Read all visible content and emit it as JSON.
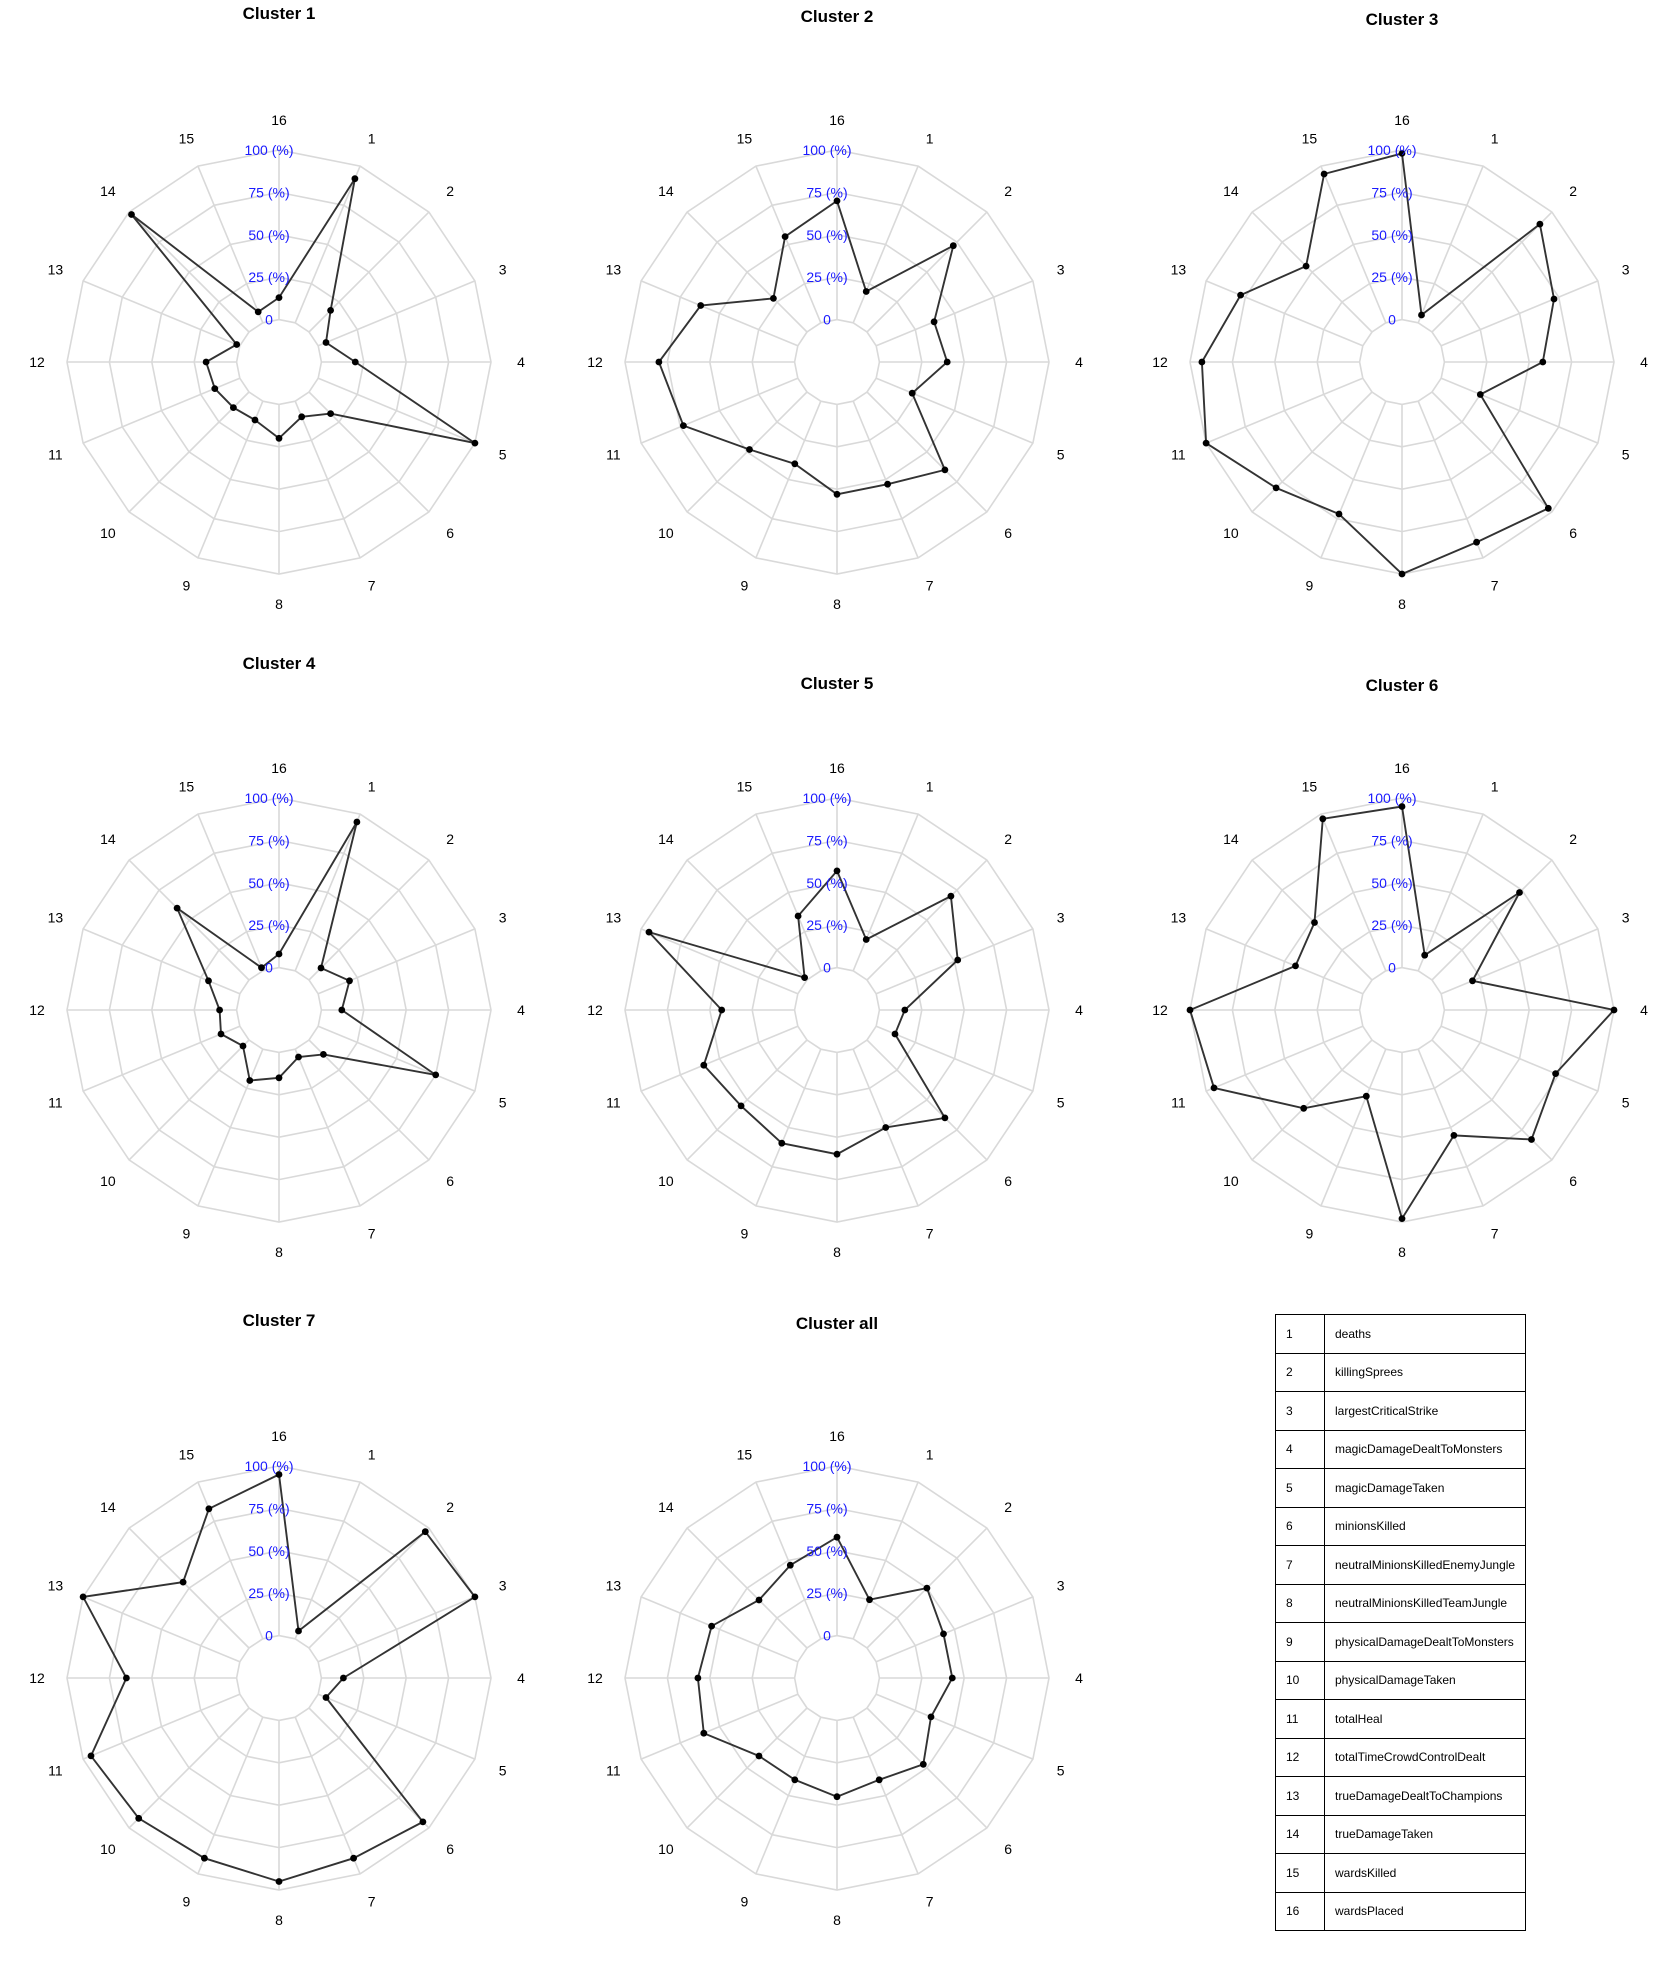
{
  "chart_data": [
    {
      "type": "radar",
      "title": "Cluster 1",
      "axes": [
        "1",
        "2",
        "3",
        "4",
        "5",
        "6",
        "7",
        "8",
        "9",
        "10",
        "11",
        "12",
        "13",
        "14",
        "15",
        "16"
      ],
      "ring_labels": [
        "0",
        "25 (%)",
        "50 (%)",
        "75 (%)",
        "100 (%)"
      ],
      "range": [
        0,
        100
      ],
      "values": [
        92,
        18,
        5,
        20,
        100,
        18,
        10,
        20,
        12,
        13,
        16,
        18,
        2,
        98,
        7,
        13
      ]
    },
    {
      "type": "radar",
      "title": "Cluster 2",
      "axes": [
        "1",
        "2",
        "3",
        "4",
        "5",
        "6",
        "7",
        "8",
        "9",
        "10",
        "11",
        "12",
        "13",
        "14",
        "15",
        "16"
      ],
      "ring_labels": [
        "0",
        "25 (%)",
        "50 (%)",
        "75 (%)",
        "100 (%)"
      ],
      "range": [
        0,
        100
      ],
      "values": [
        20,
        72,
        37,
        40,
        23,
        65,
        53,
        53,
        40,
        48,
        73,
        80,
        62,
        28,
        55,
        70
      ]
    },
    {
      "type": "radar",
      "title": "Cluster 3",
      "axes": [
        "1",
        "2",
        "3",
        "4",
        "5",
        "6",
        "7",
        "8",
        "9",
        "10",
        "11",
        "12",
        "13",
        "14",
        "15",
        "16"
      ],
      "ring_labels": [
        "0",
        "25 (%)",
        "50 (%)",
        "75 (%)",
        "100 (%)"
      ],
      "range": [
        0,
        100
      ],
      "values": [
        5,
        90,
        72,
        58,
        25,
        97,
        90,
        100,
        72,
        80,
        100,
        93,
        78,
        55,
        95,
        98
      ]
    },
    {
      "type": "radar",
      "title": "Cluster 4",
      "axes": [
        "1",
        "2",
        "3",
        "4",
        "5",
        "6",
        "7",
        "8",
        "9",
        "10",
        "11",
        "12",
        "13",
        "14",
        "15",
        "16"
      ],
      "ring_labels": [
        "0",
        "25 (%)",
        "50 (%)",
        "75 (%)",
        "100 (%)"
      ],
      "range": [
        0,
        100
      ],
      "values": [
        95,
        10,
        20,
        12,
        75,
        12,
        5,
        15,
        20,
        5,
        12,
        10,
        20,
        60,
        2,
        8
      ]
    },
    {
      "type": "radar",
      "title": "Cluster 5",
      "axes": [
        "1",
        "2",
        "3",
        "4",
        "5",
        "6",
        "7",
        "8",
        "9",
        "10",
        "11",
        "12",
        "13",
        "14",
        "15",
        "16"
      ],
      "ring_labels": [
        "0",
        "25 (%)",
        "50 (%)",
        "75 (%)",
        "100 (%)"
      ],
      "range": [
        0,
        100
      ],
      "values": [
        20,
        70,
        52,
        15,
        12,
        65,
        50,
        60,
        60,
        55,
        60,
        43,
        95,
        2,
        35,
        57
      ]
    },
    {
      "type": "radar",
      "title": "Cluster 6",
      "axes": [
        "1",
        "2",
        "3",
        "4",
        "5",
        "6",
        "7",
        "8",
        "9",
        "10",
        "11",
        "12",
        "13",
        "14",
        "15",
        "16"
      ],
      "ring_labels": [
        "0",
        "25 (%)",
        "50 (%)",
        "75 (%)",
        "100 (%)"
      ],
      "range": [
        0,
        100
      ],
      "values": [
        10,
        73,
        20,
        100,
        73,
        83,
        55,
        98,
        30,
        57,
        95,
        100,
        43,
        48,
        97,
        95
      ]
    },
    {
      "type": "radar",
      "title": "Cluster 7",
      "axes": [
        "1",
        "2",
        "3",
        "4",
        "5",
        "6",
        "7",
        "8",
        "9",
        "10",
        "11",
        "12",
        "13",
        "14",
        "15",
        "16"
      ],
      "ring_labels": [
        "0",
        "25 (%)",
        "50 (%)",
        "75 (%)",
        "100 (%)"
      ],
      "range": [
        0,
        100
      ],
      "values": [
        5,
        97,
        100,
        13,
        5,
        95,
        90,
        95,
        90,
        92,
        95,
        65,
        100,
        55,
        83,
        95
      ]
    },
    {
      "type": "radar",
      "title": "Cluster all",
      "axes": [
        "1",
        "2",
        "3",
        "4",
        "5",
        "6",
        "7",
        "8",
        "9",
        "10",
        "11",
        "12",
        "13",
        "14",
        "15",
        "16"
      ],
      "ring_labels": [
        "0",
        "25 (%)",
        "50 (%)",
        "75 (%)",
        "100 (%)"
      ],
      "range": [
        0,
        100
      ],
      "values": [
        25,
        50,
        43,
        43,
        35,
        47,
        40,
        45,
        40,
        40,
        60,
        57,
        55,
        40,
        47,
        58
      ]
    }
  ],
  "legend_table": [
    {
      "num": "1",
      "name": "deaths"
    },
    {
      "num": "2",
      "name": "killingSprees"
    },
    {
      "num": "3",
      "name": "largestCriticalStrike"
    },
    {
      "num": "4",
      "name": "magicDamageDealtToMonsters"
    },
    {
      "num": "5",
      "name": "magicDamageTaken"
    },
    {
      "num": "6",
      "name": "minionsKilled"
    },
    {
      "num": "7",
      "name": "neutralMinionsKilledEnemyJungle"
    },
    {
      "num": "8",
      "name": "neutralMinionsKilledTeamJungle"
    },
    {
      "num": "9",
      "name": "physicalDamageDealtToMonsters"
    },
    {
      "num": "10",
      "name": "physicalDamageTaken"
    },
    {
      "num": "11",
      "name": "totalHeal"
    },
    {
      "num": "12",
      "name": "totalTimeCrowdControlDealt"
    },
    {
      "num": "13",
      "name": "trueDamageDealtToChampions"
    },
    {
      "num": "14",
      "name": "trueDamageTaken"
    },
    {
      "num": "15",
      "name": "wardsKilled"
    },
    {
      "num": "16",
      "name": "wardsPlaced"
    }
  ],
  "colors": {
    "grid": "#d9d9d9",
    "series": "#333333",
    "points": "#000000",
    "ring_labels": "#1a1aff"
  }
}
